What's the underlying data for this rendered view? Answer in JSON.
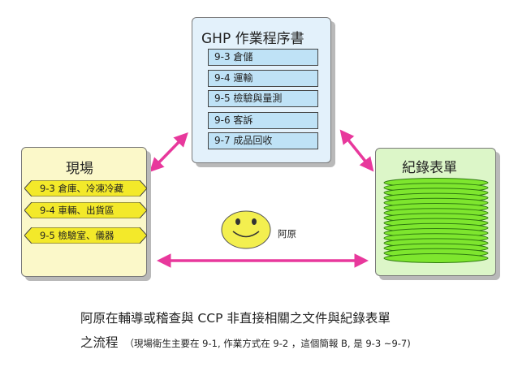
{
  "ghp": {
    "title": "GHP 作業程序書",
    "items": [
      "9-3 倉儲",
      "9-4 運輸",
      "9-5 檢驗與量測",
      "9-6 客訴",
      "9-7 成品回收"
    ]
  },
  "site": {
    "title": "現場",
    "items": [
      "9-3 倉庫、冷凍冷藏",
      "9-4 車輛、出貨區",
      "9-5 檢驗室、儀器"
    ]
  },
  "records": {
    "title": "紀錄表單"
  },
  "person": {
    "label": "阿原"
  },
  "caption": {
    "line1": "阿原在輔導或稽查與 CCP 非直接相關之文件與紀錄表單",
    "line2": "之流程",
    "note": "（現場衛生主要在 9-1, 作業方式在 9-2 ，這個簡報 B, 是 9-3 ~9-7)"
  },
  "colors": {
    "arrow": "#e8389c",
    "ghp_box": "#e3f1fb",
    "ghp_item": "#bfe2f6",
    "site_box": "#fbf8c9",
    "site_item": "#f3e92a",
    "records_box": "#dcf6c8",
    "records_disc": "#7ee62e",
    "face": "#f3ef4f"
  }
}
